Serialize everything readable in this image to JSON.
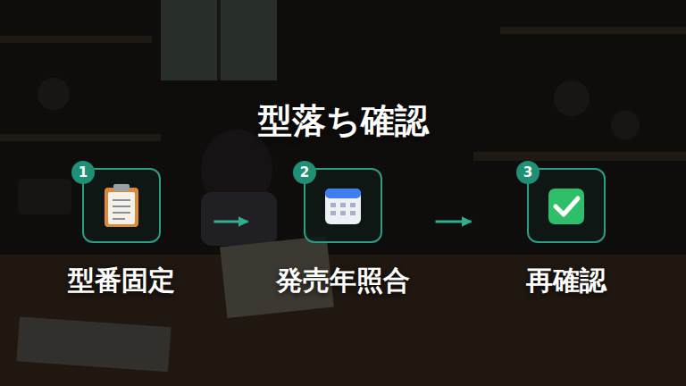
{
  "diagram": {
    "title": "型落ち確認",
    "nodes": [
      {
        "text": [
          "型番固定"
        ]
      },
      {
        "text": [
          "発売年照合"
        ]
      },
      {
        "text": [
          "再確認"
        ]
      }
    ],
    "edges": [
      {
        "from": 0,
        "to": 1,
        "arrow": "to"
      },
      {
        "from": 1,
        "to": 2,
        "arrow": "to"
      }
    ],
    "labels": [
      "1",
      "2",
      "3"
    ]
  }
}
